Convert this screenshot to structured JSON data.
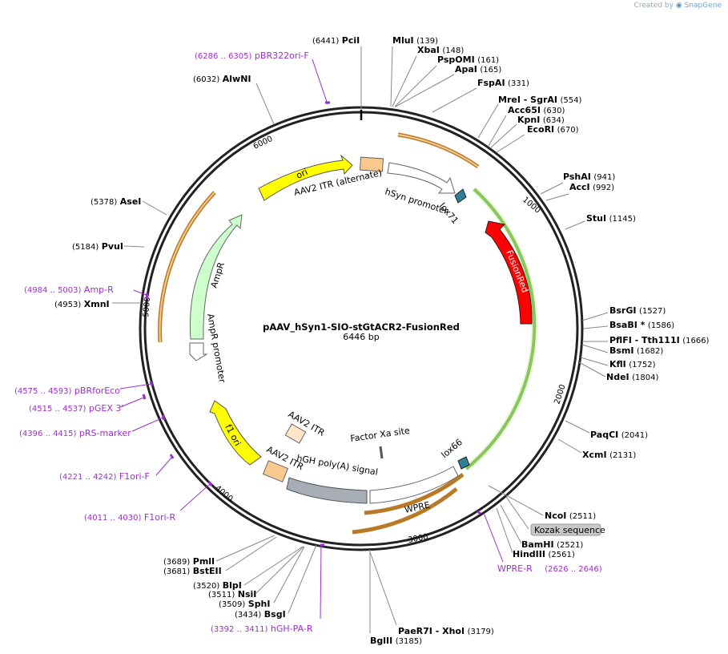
{
  "credit": {
    "prefix": "Created by",
    "brand": "SnapGene"
  },
  "plasmid": {
    "name": "pAAV_hSyn1-SIO-stGtACR2-FusionRed",
    "size": "6446 bp"
  },
  "ticks": [
    "1000",
    "2000",
    "3000",
    "4000",
    "5000",
    "6000"
  ],
  "features": [
    {
      "id": "ori",
      "label": "ori",
      "color": "#ffff00"
    },
    {
      "id": "aav2itr-alt",
      "label": "AAV2 ITR (alternate)"
    },
    {
      "id": "hsyn",
      "label": "hSyn promoter"
    },
    {
      "id": "lox71",
      "label": "lox71"
    },
    {
      "id": "fusionred",
      "label": "FusionRed",
      "color": "#ff0000"
    },
    {
      "id": "ampr",
      "label": "AmpR",
      "color": "#ccffcc"
    },
    {
      "id": "ampr-promoter",
      "label": "AmpR promoter"
    },
    {
      "id": "f1ori",
      "label": "f1 ori",
      "color": "#ffff00"
    },
    {
      "id": "aav2itr-1",
      "label": "AAV2 ITR"
    },
    {
      "id": "aav2itr-2",
      "label": "AAV2 ITR"
    },
    {
      "id": "factorxa",
      "label": "Factor Xa site"
    },
    {
      "id": "hgh",
      "label": "hGH poly(A) signal"
    },
    {
      "id": "lox66",
      "label": "lox66"
    },
    {
      "id": "wpre",
      "label": "WPRE"
    },
    {
      "id": "kozak",
      "label": "Kozak sequence"
    }
  ],
  "enzymes": [
    {
      "name": "PciI",
      "pos": "(6441)"
    },
    {
      "name": "MluI",
      "pos": "(139)"
    },
    {
      "name": "XbaI",
      "pos": "(148)"
    },
    {
      "name": "PspOMI",
      "pos": "(161)"
    },
    {
      "name": "ApaI",
      "pos": "(165)"
    },
    {
      "name": "FspAI",
      "pos": "(331)"
    },
    {
      "name": "MreI - SgrAI",
      "pos": "(554)"
    },
    {
      "name": "Acc65I",
      "pos": "(630)"
    },
    {
      "name": "KpnI",
      "pos": "(634)"
    },
    {
      "name": "EcoRI",
      "pos": "(670)"
    },
    {
      "name": "PshAI",
      "pos": "(941)"
    },
    {
      "name": "AccI",
      "pos": "(992)"
    },
    {
      "name": "StuI",
      "pos": "(1145)"
    },
    {
      "name": "BsrGI",
      "pos": "(1527)"
    },
    {
      "name": "BsaBI *",
      "pos": "(1586)"
    },
    {
      "name": "PflFI - Tth111I",
      "pos": "(1666)"
    },
    {
      "name": "BsmI",
      "pos": "(1682)"
    },
    {
      "name": "KflI",
      "pos": "(1752)"
    },
    {
      "name": "NdeI",
      "pos": "(1804)"
    },
    {
      "name": "PaqCI",
      "pos": "(2041)"
    },
    {
      "name": "XcmI",
      "pos": "(2131)"
    },
    {
      "name": "NcoI",
      "pos": "(2511)"
    },
    {
      "name": "BamHI",
      "pos": "(2521)"
    },
    {
      "name": "HindIII",
      "pos": "(2561)"
    },
    {
      "name": "PaeR7I - XhoI",
      "pos": "(3179)"
    },
    {
      "name": "BglII",
      "pos": "(3185)"
    },
    {
      "name": "BsgI",
      "pos": "(3434)"
    },
    {
      "name": "SphI",
      "pos": "(3509)"
    },
    {
      "name": "NsiI",
      "pos": "(3511)"
    },
    {
      "name": "BlpI",
      "pos": "(3520)"
    },
    {
      "name": "BstEII",
      "pos": "(3681)"
    },
    {
      "name": "PmlI",
      "pos": "(3689)"
    },
    {
      "name": "XmnI",
      "pos": "(4953)"
    },
    {
      "name": "PvuI",
      "pos": "(5184)"
    },
    {
      "name": "AseI",
      "pos": "(5378)"
    },
    {
      "name": "AlwNI",
      "pos": "(6032)"
    }
  ],
  "primers": [
    {
      "range": "(6286 .. 6305)",
      "name": "pBR322ori-F"
    },
    {
      "range": "(4984 .. 5003)",
      "name": "Amp-R"
    },
    {
      "range": "(4575 .. 4593)",
      "name": "pBRforEco"
    },
    {
      "range": "(4515 .. 4537)",
      "name": "pGEX 3'"
    },
    {
      "range": "(4396 .. 4415)",
      "name": "pRS-marker"
    },
    {
      "range": "(4221 .. 4242)",
      "name": "F1ori-F"
    },
    {
      "range": "(4011 .. 4030)",
      "name": "F1ori-R"
    },
    {
      "range": "(2626 .. 2646)",
      "name": "WPRE-R"
    },
    {
      "range": "(3392 .. 3411)",
      "name": "hGH-PA-R"
    }
  ],
  "colors": {
    "backbone": "#222222",
    "primer": "#9b30c8",
    "orf": "#f6b05a",
    "orf2": "#8fd14f"
  }
}
